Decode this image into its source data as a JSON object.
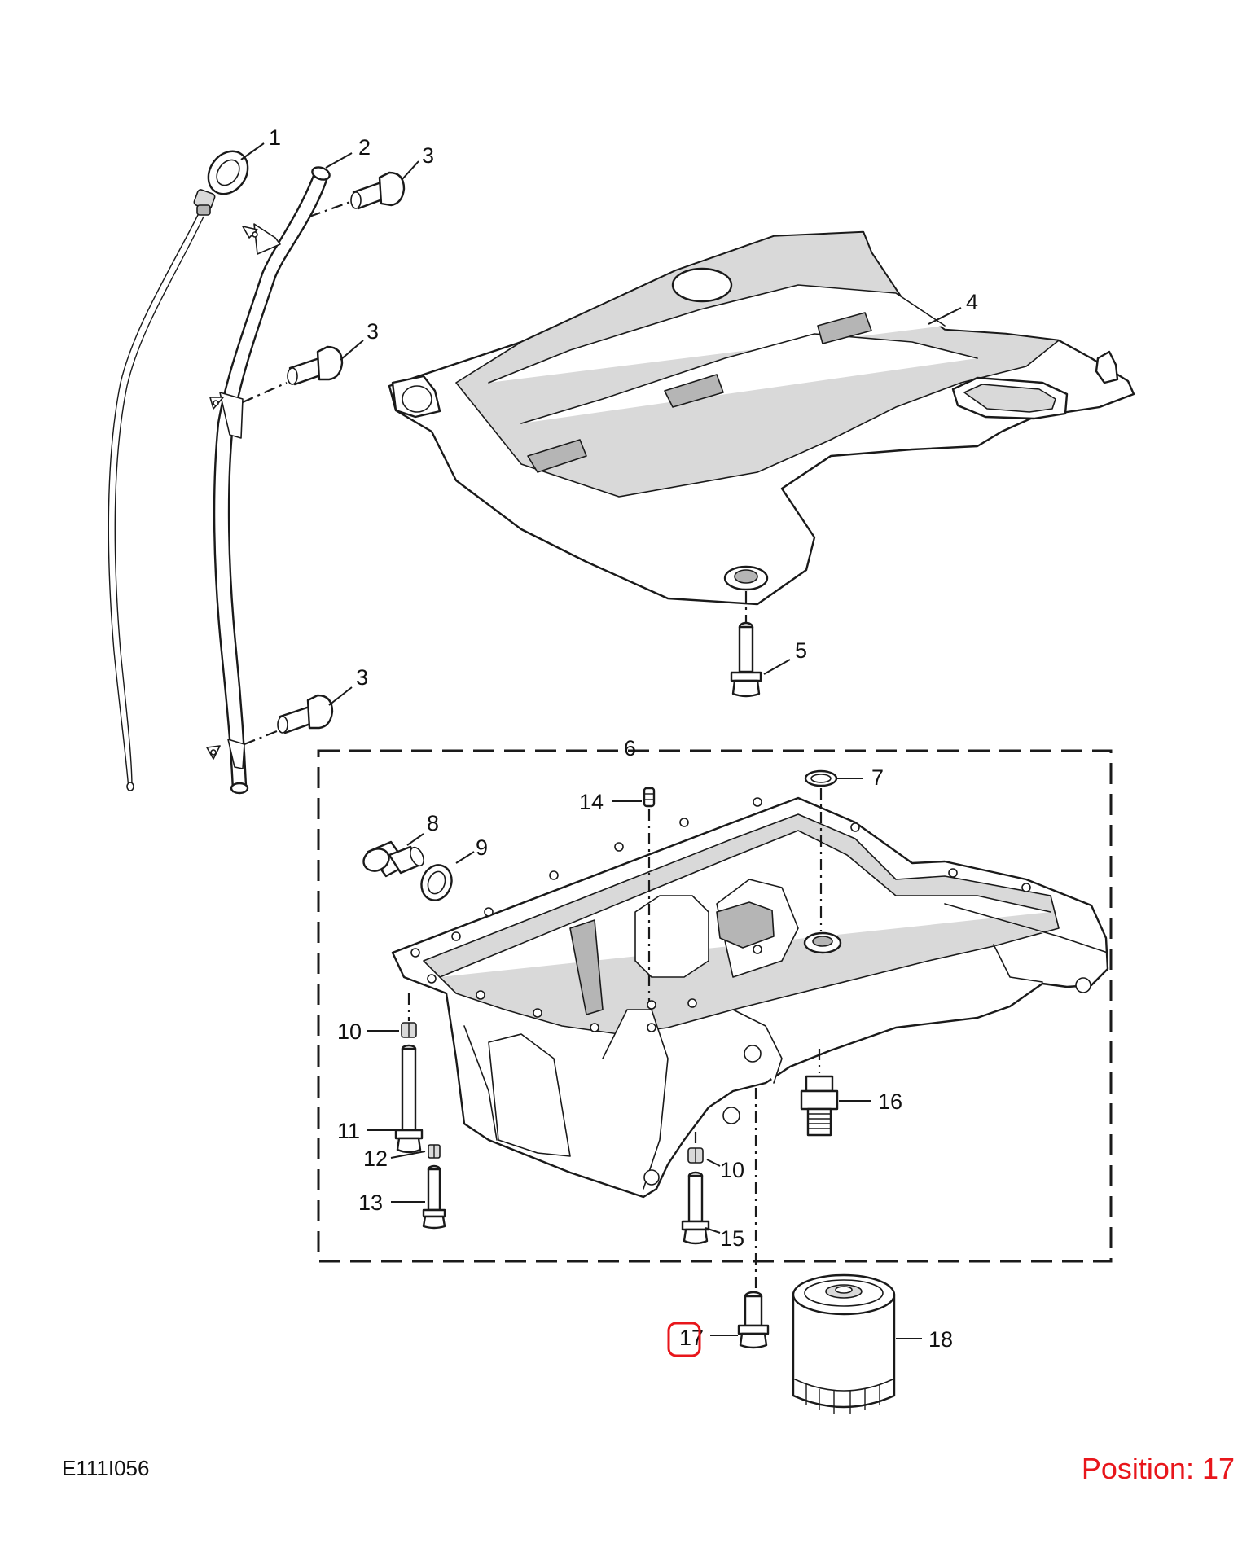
{
  "diagram": {
    "figure_code": "E111I056",
    "position_label": "Position: 17",
    "highlight_color": "#e8161b",
    "ink_color": "#1a1a1a",
    "callouts": {
      "c1": "1",
      "c2": "2",
      "c3a": "3",
      "c3b": "3",
      "c3c": "3",
      "c4": "4",
      "c5": "5",
      "c6": "6",
      "c7": "7",
      "c8": "8",
      "c9": "9",
      "c10a": "10",
      "c10b": "10",
      "c11": "11",
      "c12": "12",
      "c13": "13",
      "c14": "14",
      "c15": "15",
      "c16": "16",
      "c17": "17",
      "c18": "18"
    },
    "highlighted_callout": "17"
  }
}
